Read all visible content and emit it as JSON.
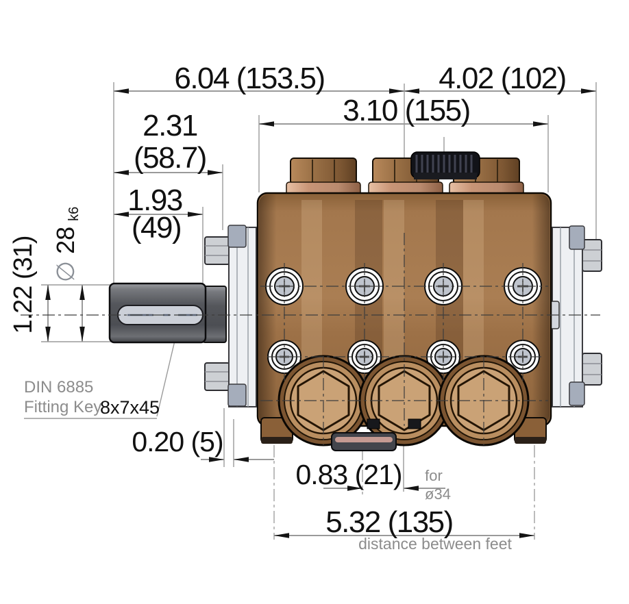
{
  "dimensions": {
    "overall_length": "6.04 (153.5)",
    "right_section": "4.02 (102)",
    "body_width": "3.10 (155)",
    "shaft_to_flange_in": "2.31",
    "shaft_to_flange_mm": "(58.7)",
    "key_length_in": "1.93",
    "key_length_mm": "(49)",
    "shaft_height": "1.22 (31)",
    "shaft_diameter_symbol": "∅",
    "shaft_diameter_value": "28",
    "shaft_diameter_tolerance": "k6",
    "flange_gap": "0.20 (5)",
    "drain_offset": "0.83 (21)",
    "feet_spacing": "5.32 (135)"
  },
  "annotations": {
    "key_standard": "DIN 6885",
    "key_label": "Fitting Key",
    "key_size": "8x7x45",
    "clamp_for": "for",
    "clamp_diameter": "ø34",
    "feet_note": "distance between feet"
  },
  "colors": {
    "bronze": "#a3774d",
    "dim_line": "#9a9a9a",
    "text": "#111111",
    "muted_text": "#8c8c8c"
  }
}
